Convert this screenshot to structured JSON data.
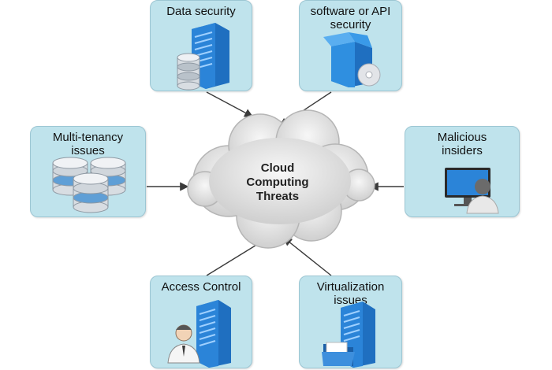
{
  "center": {
    "lines": [
      "Cloud",
      "Computing",
      "Threats"
    ]
  },
  "boxes": {
    "data_security": {
      "label": "Data security"
    },
    "software_api": {
      "label": "software or API\nsecurity"
    },
    "multi_tenancy": {
      "label": "Multi-tenancy\nissues"
    },
    "malicious_insiders": {
      "label": "Malicious\ninsiders"
    },
    "access_control": {
      "label": "Access Control"
    },
    "virtualization": {
      "label": "Virtualization\nissues"
    }
  },
  "colors": {
    "box_fill": "#bfe3ec",
    "box_border": "#9cc6d3",
    "server_blue": "#1f6fc0",
    "cloud_fill": "#e6e6e6",
    "arrow": "#3a3a3a"
  },
  "icons": {
    "data_security": [
      "server-icon",
      "database-icon"
    ],
    "software_api": [
      "software-box-icon",
      "cd-disc-icon"
    ],
    "multi_tenancy": [
      "database-cluster-icon"
    ],
    "malicious_insiders": [
      "monitor-icon",
      "user-icon"
    ],
    "access_control": [
      "user-icon",
      "server-icon"
    ],
    "virtualization": [
      "server-icon",
      "folder-icon"
    ]
  }
}
